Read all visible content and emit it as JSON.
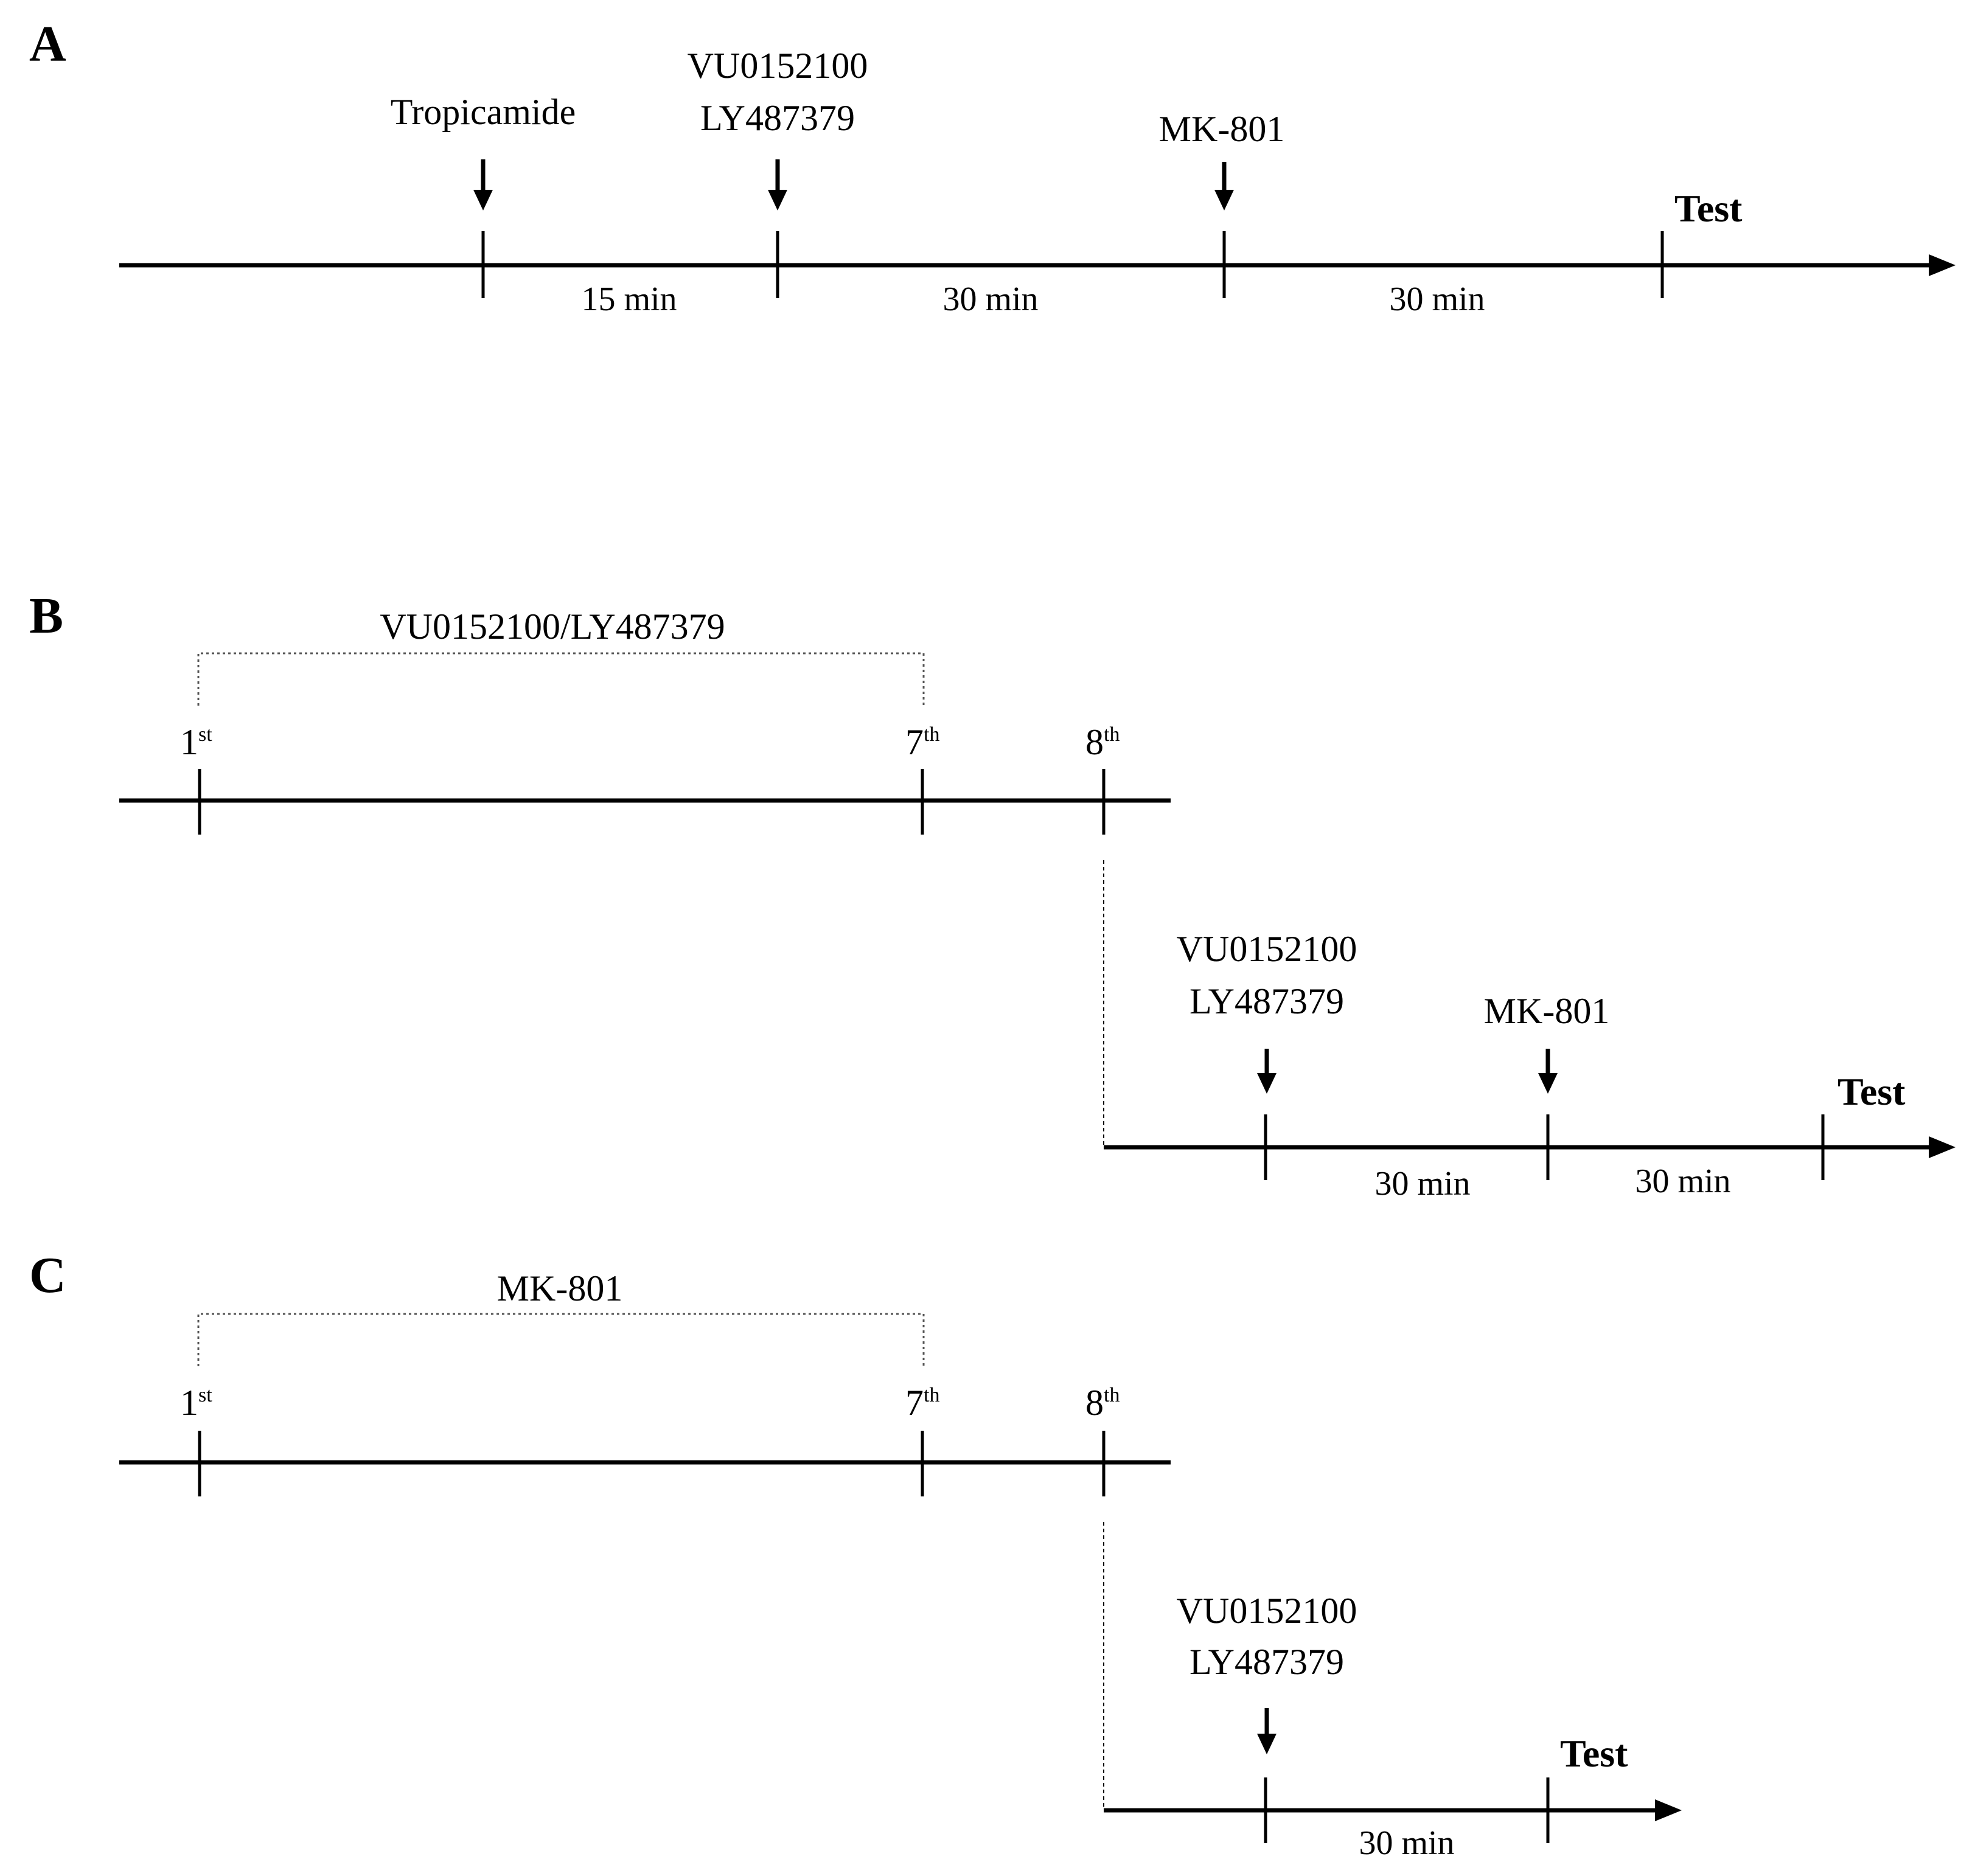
{
  "panels": {
    "A": {
      "letter": "A",
      "tropicamide": "Tropicamide",
      "drug_line1": "VU0152100",
      "drug_line2": "LY487379",
      "mk801": "MK-801",
      "test": "Test",
      "interval1": "15 min",
      "interval2": "30 min",
      "interval3": "30 min"
    },
    "B": {
      "letter": "B",
      "bracket_label": "VU0152100/LY487379",
      "day1_num": "1",
      "day1_sup": "st",
      "day7_num": "7",
      "day7_sup": "th",
      "day8_num": "8",
      "day8_sup": "th",
      "drug_line1": "VU0152100",
      "drug_line2": "LY487379",
      "mk801": "MK-801",
      "test": "Test",
      "interval1": "30 min",
      "interval2": "30 min"
    },
    "C": {
      "letter": "C",
      "bracket_label": "MK-801",
      "day1_num": "1",
      "day1_sup": "st",
      "day7_num": "7",
      "day7_sup": "th",
      "day8_num": "8",
      "day8_sup": "th",
      "drug_line1": "VU0152100",
      "drug_line2": "LY487379",
      "test": "Test",
      "interval1": "30 min"
    }
  },
  "colors": {
    "line": "#000000",
    "background": "#ffffff"
  }
}
